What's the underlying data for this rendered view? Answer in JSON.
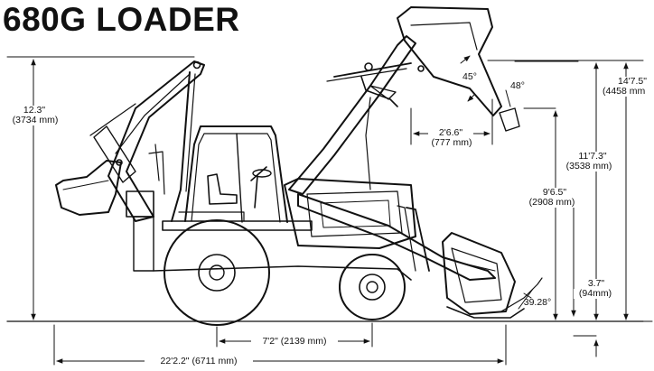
{
  "title": "680G LOADER",
  "dimensions": {
    "backhoe_height_ft": "12.3\"",
    "backhoe_height_mm": "(3734 mm)",
    "angle_45": "45°",
    "angle_48": "48°",
    "reach_ft": "2'6.6\"",
    "reach_mm": "(777 mm)",
    "overall_height_ft": "14'7.5\"",
    "overall_height_mm": "(4458 mm",
    "hinge_height_ft": "11'7.3\"",
    "hinge_height_mm": "(3538 mm)",
    "dump_clearance_ft": "9'6.5\"",
    "dump_clearance_mm": "(2908 mm)",
    "dig_depth_ft": "3.7\"",
    "dig_depth_mm": "(94mm)",
    "rollback_angle": "39.28°",
    "wheelbase": "7'2\" (2139 mm)",
    "overall_length": "22'2.2\" (6711 mm)"
  }
}
